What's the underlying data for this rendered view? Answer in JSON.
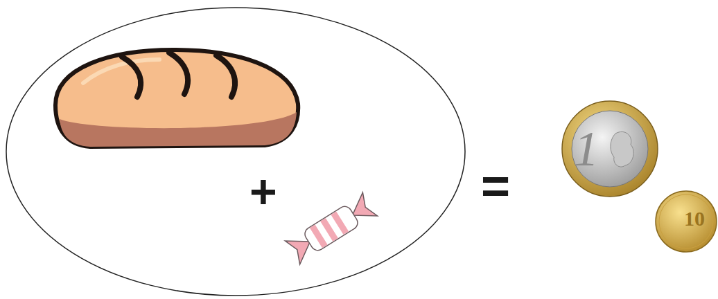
{
  "diagram": {
    "nodes": [
      {
        "text": [
          "+"
        ]
      },
      {
        "text": [
          "1"
        ]
      },
      {
        "text": [
          "10"
        ]
      }
    ],
    "labels": [
      "="
    ]
  }
}
